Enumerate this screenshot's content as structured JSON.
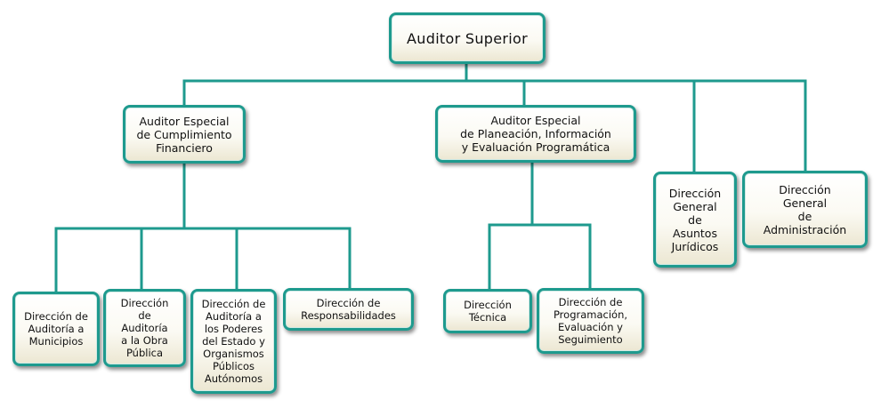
{
  "org_chart": {
    "root": "Auditor Superior",
    "nodes": {
      "cumplimiento": "Auditor Especial\nde Cumplimiento\nFinanciero",
      "planeacion": "Auditor Especial\nde Planeación, Información\ny Evaluación Programática",
      "juridicos": "Dirección\nGeneral\nde\nAsuntos\nJurídicos",
      "administracion": "Dirección\nGeneral\nde\nAdministración",
      "municipios": "Dirección de\nAuditoría a\nMunicipios",
      "obra_publica": "Dirección\nde\nAuditoría\na la Obra\nPública",
      "poderes": "Dirección de\nAuditoría a\nlos Poderes\ndel Estado y\nOrganismos\nPúblicos\nAutónomos",
      "responsabilidades": "Dirección de\nResponsabilidades",
      "tecnica": "Dirección\nTécnica",
      "programacion": "Dirección de\nProgramación,\nEvaluación y\nSeguimiento"
    }
  },
  "colors": {
    "connector": "#1e9a8e",
    "border": "#1e9a8e"
  }
}
